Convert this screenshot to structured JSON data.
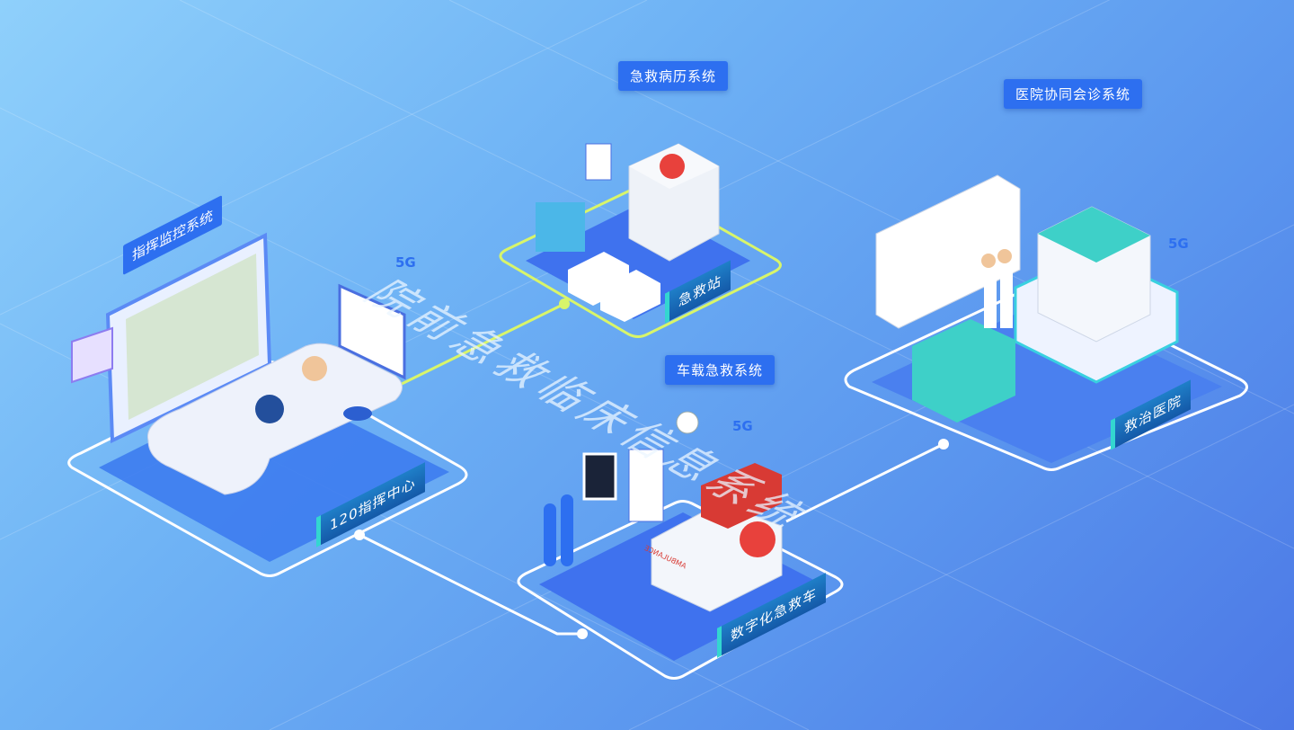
{
  "title": "院前急救临床信息系统",
  "systems": {
    "emr": "急救病历系统",
    "consult": "医院协同会诊系统",
    "monitor": "指挥监控系统",
    "vehicle": "车载急救系统"
  },
  "nodes": {
    "station": "急救站",
    "hospital": "救治医院",
    "command": "120指挥中心",
    "ambulance": "数字化急救车"
  },
  "network": [
    "5G",
    "5G",
    "5G"
  ],
  "ambulance_text": "AMBULANCE",
  "colors": {
    "accent": "#2d6ff0",
    "link_yellow": "#d8f56a",
    "teal": "#33d6d0"
  }
}
